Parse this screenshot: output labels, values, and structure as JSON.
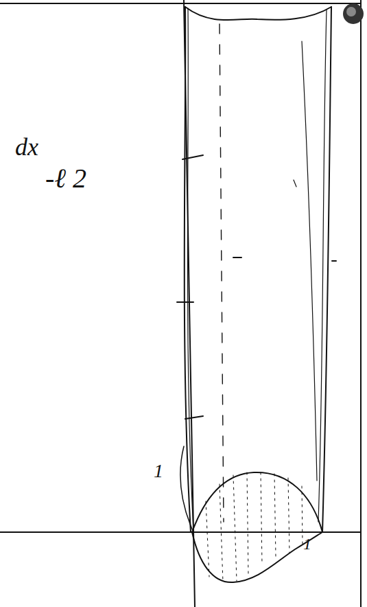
{
  "diagram": {
    "labels": [
      "dx",
      "-ℓ 2",
      "1",
      "1"
    ]
  }
}
